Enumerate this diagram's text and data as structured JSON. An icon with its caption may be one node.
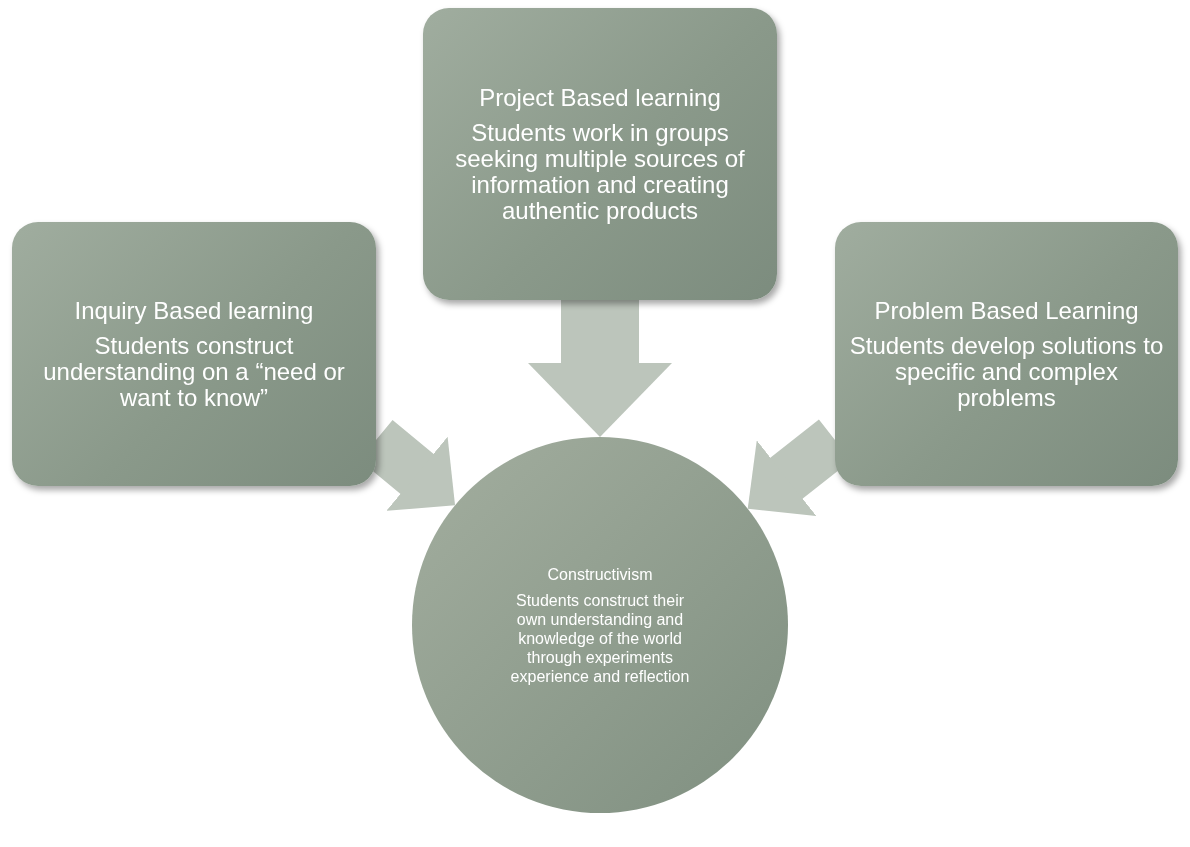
{
  "diagram": {
    "nodes": [
      {
        "text": [
          "Project Based learning",
          "Students work in groups  seeking multiple sources of information and creating authentic products"
        ]
      },
      {
        "text": [
          "Inquiry Based learning",
          "Students construct understanding on a “need or want to know”"
        ]
      },
      {
        "text": [
          "Problem Based Learning",
          "Students develop solutions to specific and complex problems"
        ]
      },
      {
        "text": [
          "Constructivism",
          "Students construct their own understanding and knowledge of the world through experiments experience and reflection"
        ]
      }
    ],
    "edges": [
      {
        "from": 0,
        "to": 3,
        "arrow": "to"
      },
      {
        "from": 1,
        "to": 3,
        "arrow": "to"
      },
      {
        "from": 2,
        "to": 3,
        "arrow": "to"
      }
    ]
  }
}
